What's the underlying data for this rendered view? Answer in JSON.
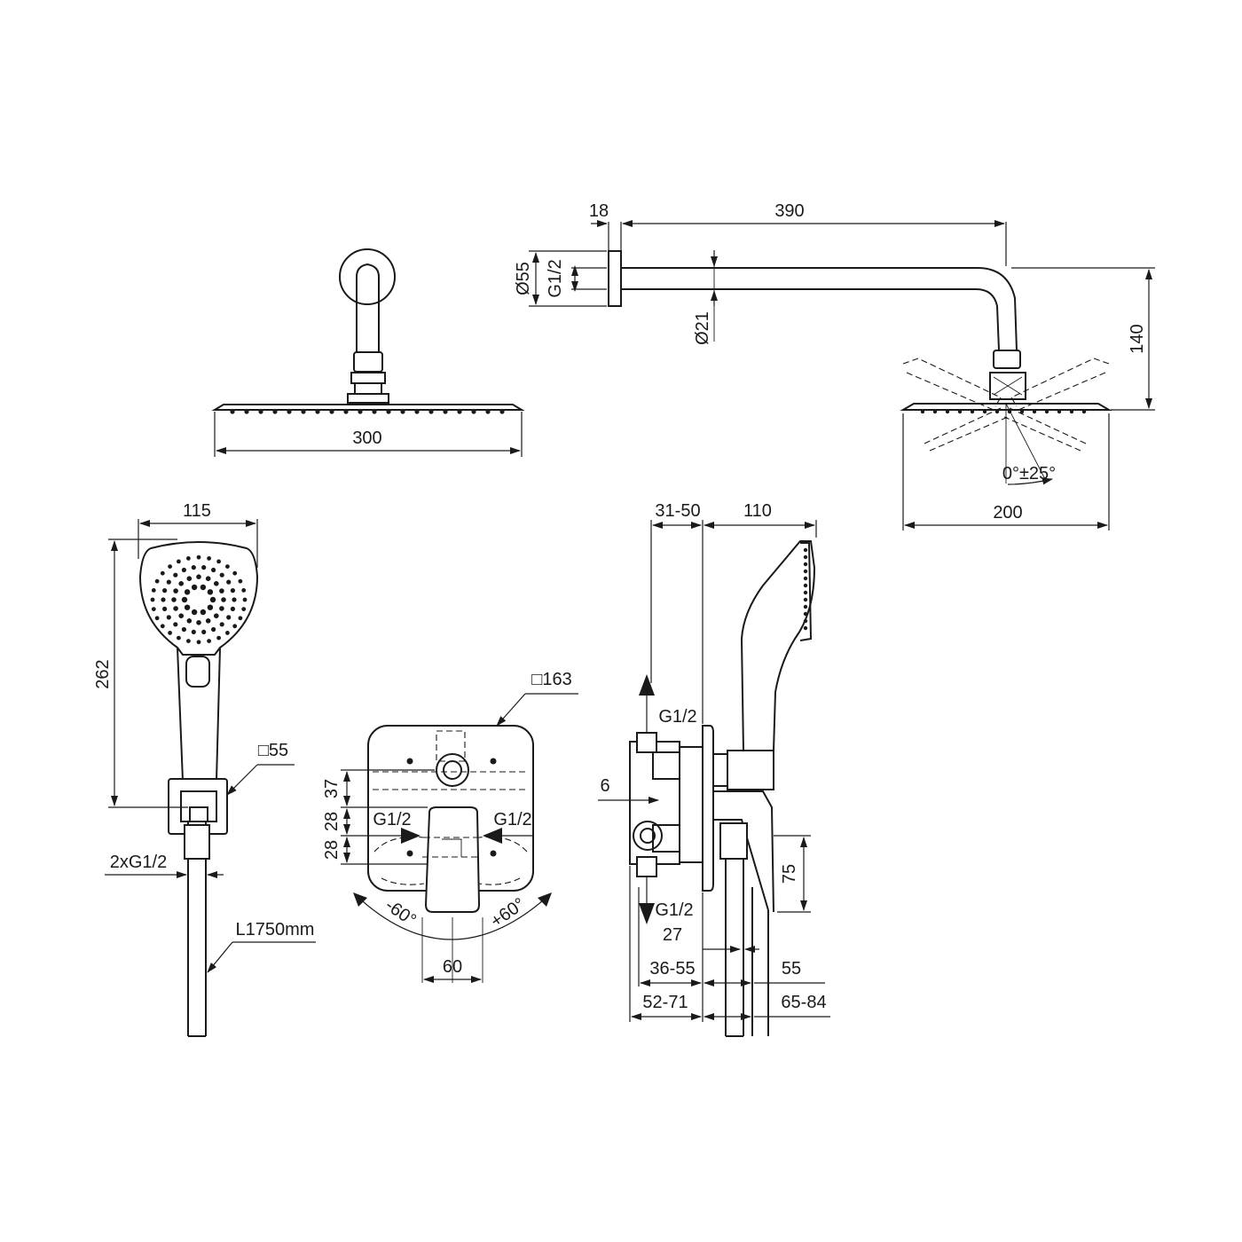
{
  "dims": {
    "head_width": "300",
    "arm_flange_len": "18",
    "arm_length": "390",
    "flange_diameter": "Ø55",
    "arm_thread": "G1/2",
    "arm_diameter": "Ø21",
    "arm_drop": "140",
    "tilt_angle": "0°±25°",
    "head_side_width": "200",
    "hand_width": "115",
    "hand_length": "262",
    "bracket_size": "□55",
    "hose_thread": "2xG1/2",
    "hose_length": "L1750mm",
    "plate_size": "□163",
    "plate_v1": "37",
    "plate_v2": "28",
    "plate_v3": "28",
    "inlet_left": "G1/2",
    "inlet_right": "G1/2",
    "rot_minus": "-60°",
    "rot_plus": "+60°",
    "handle_width": "60",
    "body_depth": "31-50",
    "hand_depth": "110",
    "outlet_top": "G1/2",
    "thread_6": "6",
    "outlet_bottom": "G1/2",
    "d27": "27",
    "d36_55": "36-55",
    "d55": "55",
    "d52_71": "52-71",
    "d65_84": "65-84",
    "d75": "75"
  }
}
